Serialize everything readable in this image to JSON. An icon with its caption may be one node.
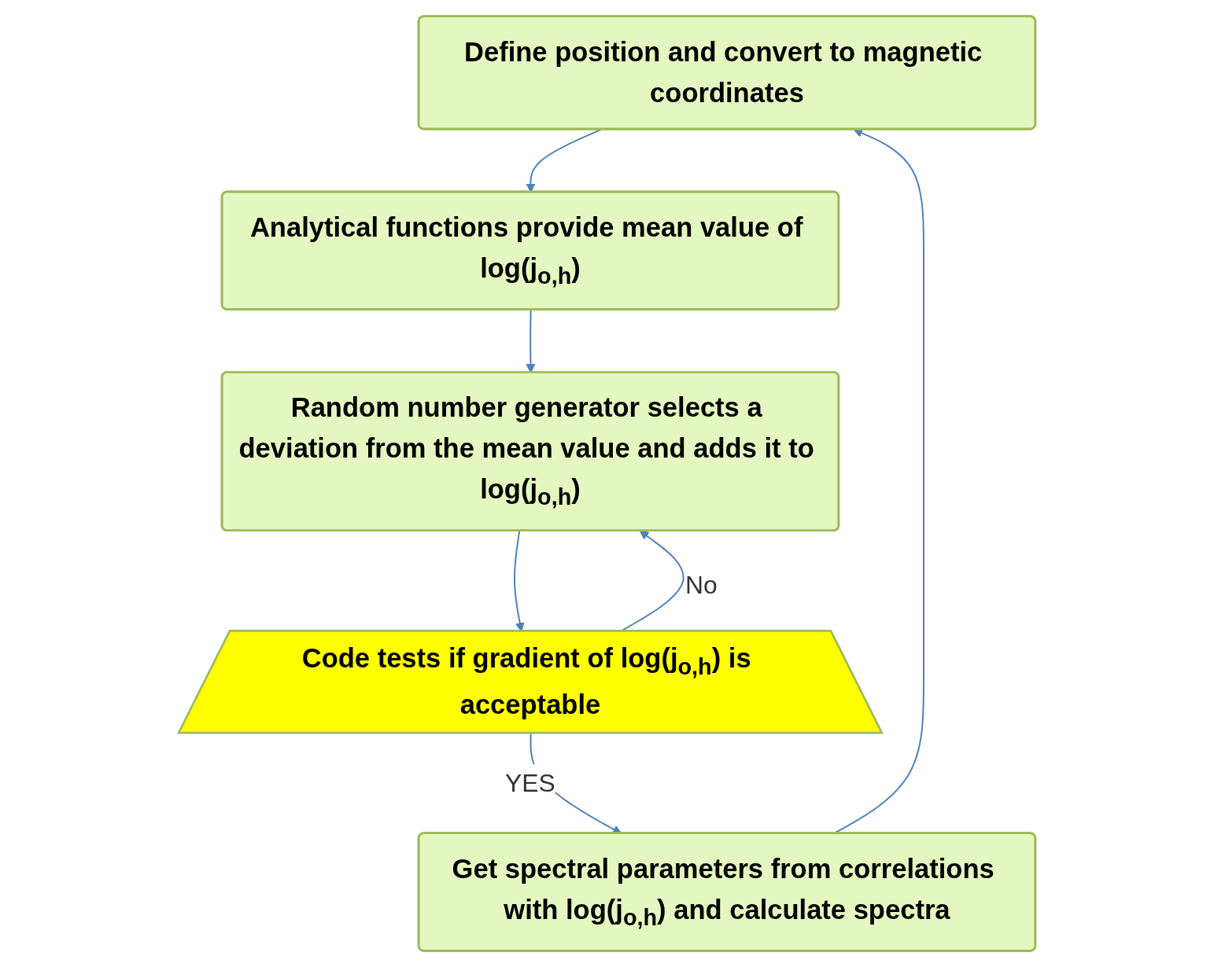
{
  "diagram": {
    "nodes": [
      {
        "text": [
          "Define position and convert to magnetic coordinates"
        ]
      },
      {
        "text": [
          "Analytical functions provide mean value of log(j$_{o,h}$)"
        ]
      },
      {
        "text": [
          "Random number generator selects a deviation from the mean value and adds it to log(j$_{o,h}$)"
        ]
      },
      {
        "text": [
          "Code tests if gradient of log(j$_{o,h}$) is acceptable"
        ]
      },
      {
        "text": [
          "Get spectral parameters from correlations with log(j$_{o,h}$) and calculate spectra"
        ]
      }
    ],
    "edges": [
      {
        "from": 0,
        "to": 1,
        "arrow": "to"
      },
      {
        "from": 1,
        "to": 2,
        "arrow": "to"
      },
      {
        "from": 2,
        "to": 3,
        "arrow": "to"
      },
      {
        "from": 3,
        "to": 2,
        "arrow": "to",
        "label": "No"
      },
      {
        "from": 3,
        "to": 4,
        "arrow": "to",
        "label": "YES"
      },
      {
        "from": 4,
        "to": 0,
        "arrow": "to"
      }
    ]
  }
}
